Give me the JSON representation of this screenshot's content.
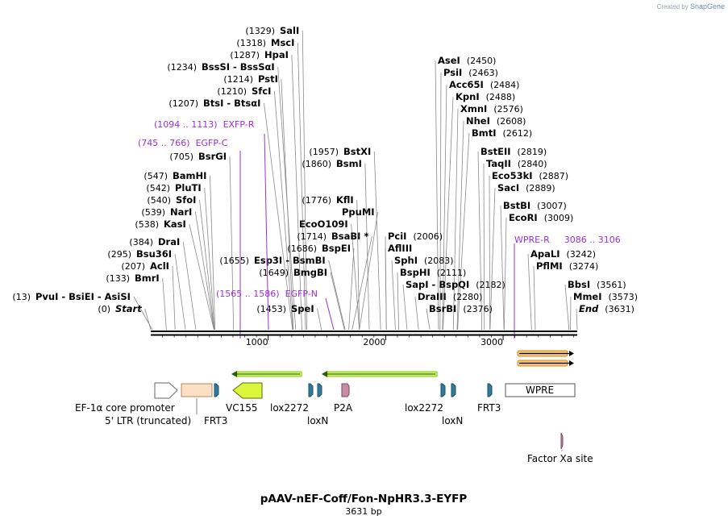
{
  "credit": {
    "prefix": "Created by",
    "brand": "SnapGene"
  },
  "title": "pAAV-nEF-Coff/Fon-NpHR3.3-EYFP",
  "subtitle": "3631 bp",
  "total_bp": 3631,
  "axis_ticks": [
    1000,
    2000,
    3000
  ],
  "sites": [
    {
      "name": "SalI",
      "pos": "1329",
      "bp": 1329,
      "side": "L"
    },
    {
      "name": "MscI",
      "pos": "1318",
      "bp": 1318,
      "side": "L"
    },
    {
      "name": "HpaI",
      "pos": "1287",
      "bp": 1287,
      "side": "L"
    },
    {
      "name": "BssSI  -  BssSαI",
      "pos": "1234",
      "bp": 1234,
      "side": "L"
    },
    {
      "name": "PstI",
      "pos": "1214",
      "bp": 1214,
      "side": "L"
    },
    {
      "name": "SfcI",
      "pos": "1210",
      "bp": 1210,
      "side": "L"
    },
    {
      "name": "BtsI  -  BtsαI",
      "pos": "1207",
      "bp": 1207,
      "side": "L"
    },
    {
      "name": "BsrGI",
      "pos": "705",
      "bp": 705,
      "side": "L"
    },
    {
      "name": "BamHI",
      "pos": "547",
      "bp": 547,
      "side": "L"
    },
    {
      "name": "PluTI",
      "pos": "542",
      "bp": 542,
      "side": "L"
    },
    {
      "name": "SfoI",
      "pos": "540",
      "bp": 540,
      "side": "L"
    },
    {
      "name": "NarI",
      "pos": "539",
      "bp": 539,
      "side": "L"
    },
    {
      "name": "KasI",
      "pos": "538",
      "bp": 538,
      "side": "L"
    },
    {
      "name": "DraI",
      "pos": "384",
      "bp": 384,
      "side": "L"
    },
    {
      "name": "Bsu36I",
      "pos": "295",
      "bp": 295,
      "side": "L"
    },
    {
      "name": "AclI",
      "pos": "207",
      "bp": 207,
      "side": "L"
    },
    {
      "name": "BmrI",
      "pos": "133",
      "bp": 133,
      "side": "L"
    },
    {
      "name": "PvuI  -  BsiEI  -  AsiSI",
      "pos": "13",
      "bp": 13,
      "side": "L"
    },
    {
      "name": "Start",
      "pos": "0",
      "bp": 0,
      "side": "L",
      "italic": true
    },
    {
      "name": "BstXI",
      "pos": "1957",
      "bp": 1957,
      "side": "L"
    },
    {
      "name": "BsmI",
      "pos": "1860",
      "bp": 1860,
      "side": "L"
    },
    {
      "name": "KflI",
      "pos": "1776",
      "bp": 1776,
      "side": "L"
    },
    {
      "name": "PpuMI",
      "pos": "",
      "bp": 1776,
      "side": "L"
    },
    {
      "name": "EcoO109I",
      "pos": "",
      "bp": 1776,
      "side": "L"
    },
    {
      "name": "BsaBI *",
      "pos": "1714",
      "bp": 1714,
      "side": "L"
    },
    {
      "name": "BspEI",
      "pos": "1686",
      "bp": 1686,
      "side": "L"
    },
    {
      "name": "Esp3I  -  BsmBI",
      "pos": "1655",
      "bp": 1655,
      "side": "L"
    },
    {
      "name": "BmgBI",
      "pos": "1649",
      "bp": 1649,
      "side": "L"
    },
    {
      "name": "SpeI",
      "pos": "1453",
      "bp": 1453,
      "side": "L"
    },
    {
      "name": "AseI",
      "pos": "2450",
      "bp": 2450,
      "side": "R"
    },
    {
      "name": "PsiI",
      "pos": "2463",
      "bp": 2463,
      "side": "R"
    },
    {
      "name": "Acc65I",
      "pos": "2484",
      "bp": 2484,
      "side": "R"
    },
    {
      "name": "KpnI",
      "pos": "2488",
      "bp": 2488,
      "side": "R"
    },
    {
      "name": "XmnI",
      "pos": "2576",
      "bp": 2576,
      "side": "R"
    },
    {
      "name": "NheI",
      "pos": "2608",
      "bp": 2608,
      "side": "R"
    },
    {
      "name": "BmtI",
      "pos": "2612",
      "bp": 2612,
      "side": "R"
    },
    {
      "name": "BstEII",
      "pos": "2819",
      "bp": 2819,
      "side": "R"
    },
    {
      "name": "TaqII",
      "pos": "2840",
      "bp": 2840,
      "side": "R"
    },
    {
      "name": "Eco53kI",
      "pos": "2887",
      "bp": 2887,
      "side": "R"
    },
    {
      "name": "SacI",
      "pos": "2889",
      "bp": 2889,
      "side": "R"
    },
    {
      "name": "BstBI",
      "pos": "3007",
      "bp": 3007,
      "side": "R"
    },
    {
      "name": "EcoRI",
      "pos": "3009",
      "bp": 3009,
      "side": "R"
    },
    {
      "name": "ApaLI",
      "pos": "3242",
      "bp": 3242,
      "side": "R"
    },
    {
      "name": "PflMI",
      "pos": "3274",
      "bp": 3274,
      "side": "R"
    },
    {
      "name": "BbsI",
      "pos": "3561",
      "bp": 3561,
      "side": "R"
    },
    {
      "name": "MmeI",
      "pos": "3573",
      "bp": 3573,
      "side": "R"
    },
    {
      "name": "End",
      "pos": "3631",
      "bp": 3631,
      "side": "R",
      "italic": true
    },
    {
      "name": "PciI",
      "pos": "2006",
      "bp": 2006,
      "side": "R"
    },
    {
      "name": "AflIII",
      "pos": "",
      "bp": 2006,
      "side": "R"
    },
    {
      "name": "SphI",
      "pos": "2083",
      "bp": 2083,
      "side": "R"
    },
    {
      "name": "BspHI",
      "pos": "2111",
      "bp": 2111,
      "side": "R"
    },
    {
      "name": "SapI  -  BspQI",
      "pos": "2182",
      "bp": 2182,
      "side": "R"
    },
    {
      "name": "DraIII",
      "pos": "2280",
      "bp": 2280,
      "side": "R"
    },
    {
      "name": "BsrBI",
      "pos": "2376",
      "bp": 2376,
      "side": "R"
    }
  ],
  "primers": [
    {
      "name": "EXFP-R",
      "range": "1094 .. 1113"
    },
    {
      "name": "EGFP-C",
      "range": "745 .. 766"
    },
    {
      "name": "EGFP-N",
      "range": "1565 .. 1586"
    },
    {
      "name": "WPRE-R",
      "range": "3086 .. 3106"
    }
  ],
  "features": [
    {
      "name": "EF-1α core promoter",
      "type": "promoter",
      "color": "#ffffff"
    },
    {
      "name": "5' LTR (truncated)",
      "type": "ltr",
      "color": "#fbe0c4"
    },
    {
      "name": "FRT3",
      "type": "frt",
      "color": "#2f7d9a"
    },
    {
      "name": "VC155",
      "type": "cds",
      "color": "#d9f53c"
    },
    {
      "name": "lox2272",
      "type": "lox",
      "color": "#2f7d9a"
    },
    {
      "name": "loxN",
      "type": "lox",
      "color": "#2f7d9a"
    },
    {
      "name": "P2A",
      "type": "p2a",
      "color": "#c98aa6"
    },
    {
      "name": "lox2272",
      "type": "lox",
      "color": "#2f7d9a"
    },
    {
      "name": "loxN",
      "type": "lox",
      "color": "#2f7d9a"
    },
    {
      "name": "FRT3",
      "type": "frt",
      "color": "#2f7d9a"
    },
    {
      "name": "WPRE",
      "type": "element",
      "color": "#ffffff"
    },
    {
      "name": "Factor Xa site",
      "type": "site",
      "color": "#c98aa6"
    }
  ],
  "colors": {
    "primer": "#9b30d9",
    "orf": "#8acc10",
    "cds": "#d9f53c",
    "orange_orf": "#f0a030"
  }
}
